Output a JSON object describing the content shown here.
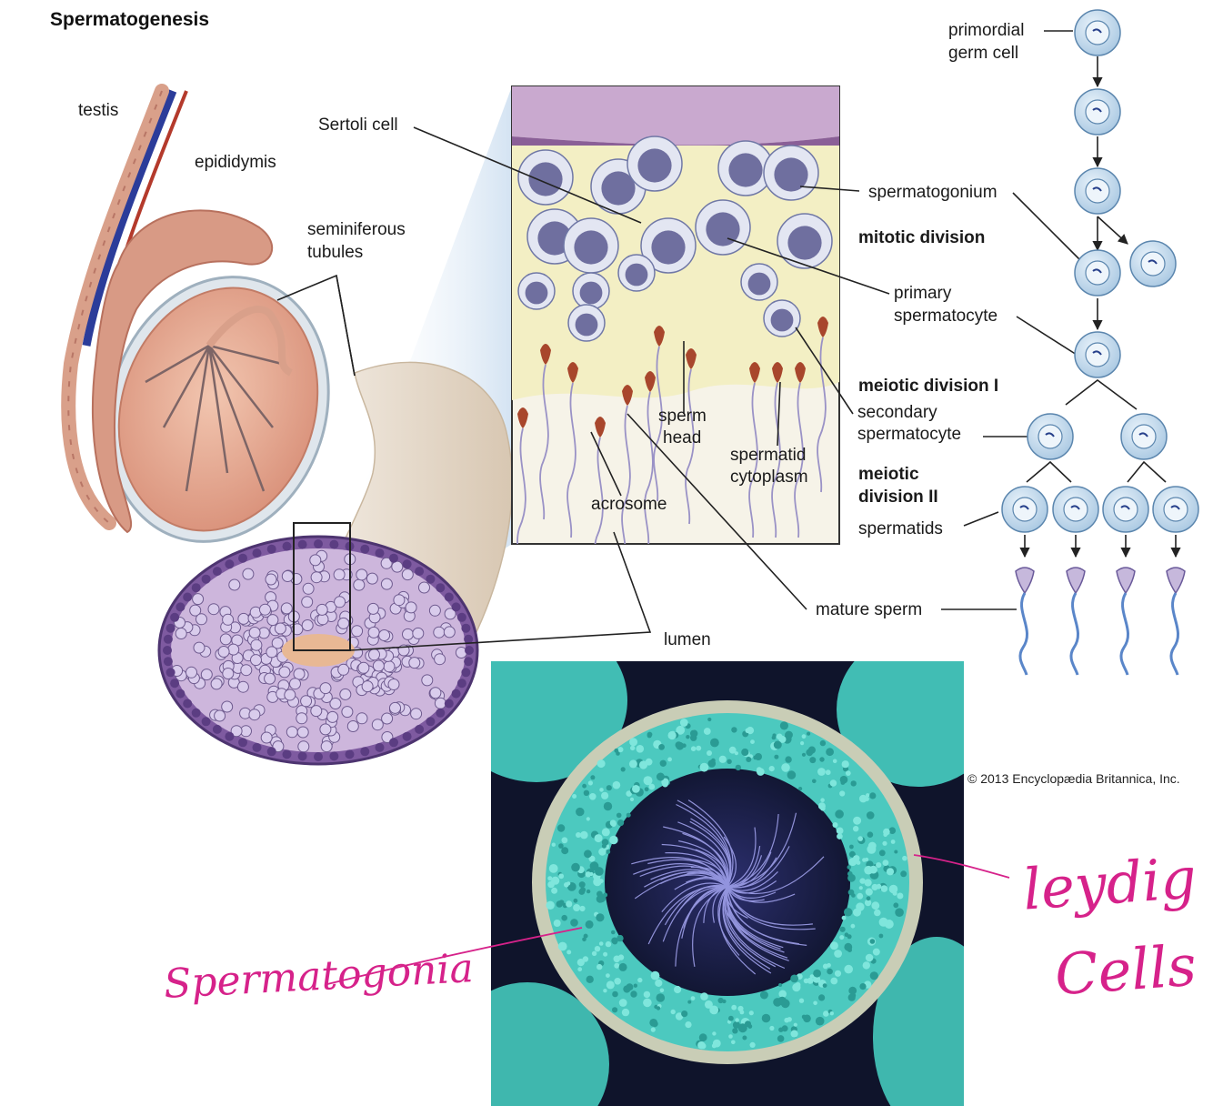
{
  "title": "Spermatogenesis",
  "copyright": "© 2013 Encyclopædia Britannica, Inc.",
  "anatomy_labels": {
    "testis": "testis",
    "epididymis": "epididymis",
    "seminiferous": "seminiferous",
    "tubules": "tubules",
    "sertoli_cell": "Sertoli cell",
    "sperm_head_1": "sperm",
    "sperm_head_2": "head",
    "spermatid_cytoplasm_1": "spermatid",
    "spermatid_cytoplasm_2": "cytoplasm",
    "acrosome": "acrosome",
    "lumen": "lumen",
    "mature_sperm": "mature sperm"
  },
  "lineage_labels": {
    "primordial_1": "primordial",
    "primordial_2": "germ cell",
    "spermatogonium": "spermatogonium",
    "mitotic_division": "mitotic division",
    "primary_1": "primary",
    "primary_2": "spermatocyte",
    "meiotic_1": "meiotic division I",
    "secondary_1": "secondary",
    "secondary_2": "spermatocyte",
    "meiotic_2a": "meiotic",
    "meiotic_2b": "division II",
    "spermatids": "spermatids"
  },
  "handwritten": {
    "spermatogonia": "Spermatogonia",
    "leydig_1": "leydig",
    "leydig_2": "Cells"
  },
  "colors": {
    "cell_fill": "#cfe3f3",
    "cell_stroke": "#5b86ae",
    "arrow": "#222222",
    "tissue_pink": "#e8b8a4",
    "tubule_purple": "#b89ac8",
    "micrograph_cyan": "#4fd2c7",
    "micrograph_violet": "#8e8fe0",
    "handwriting": "#d6228a"
  }
}
